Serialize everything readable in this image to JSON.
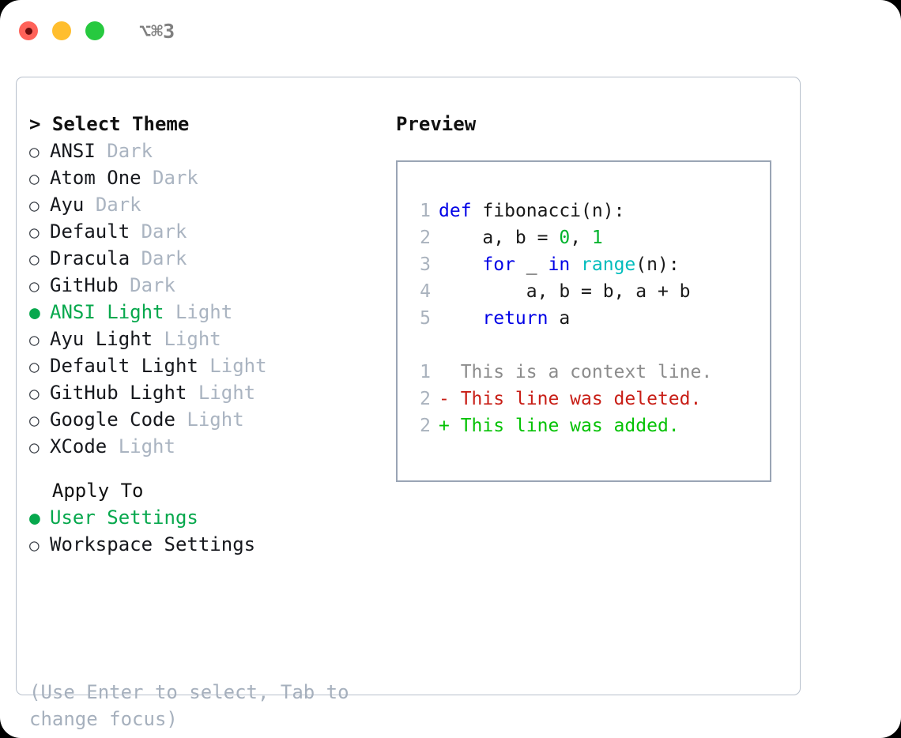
{
  "titlebar": {
    "shortcut": "⌥⌘3",
    "lights": [
      "close-red",
      "minimize-yellow",
      "zoom-green"
    ]
  },
  "theme_list": {
    "header": "> Select Theme",
    "items": [
      {
        "marker": "○",
        "label": "ANSI",
        "badge": "Dark",
        "selected": false
      },
      {
        "marker": "○",
        "label": "Atom One",
        "badge": "Dark",
        "selected": false
      },
      {
        "marker": "○",
        "label": "Ayu",
        "badge": "Dark",
        "selected": false
      },
      {
        "marker": "○",
        "label": "Default",
        "badge": "Dark",
        "selected": false
      },
      {
        "marker": "○",
        "label": "Dracula",
        "badge": "Dark",
        "selected": false
      },
      {
        "marker": "○",
        "label": "GitHub",
        "badge": "Dark",
        "selected": false
      },
      {
        "marker": "●",
        "label": "ANSI Light",
        "badge": "Light",
        "selected": true
      },
      {
        "marker": "○",
        "label": "Ayu Light",
        "badge": "Light",
        "selected": false
      },
      {
        "marker": "○",
        "label": "Default Light",
        "badge": "Light",
        "selected": false
      },
      {
        "marker": "○",
        "label": "GitHub Light",
        "badge": "Light",
        "selected": false
      },
      {
        "marker": "○",
        "label": "Google Code",
        "badge": "Light",
        "selected": false
      },
      {
        "marker": "○",
        "label": "XCode",
        "badge": "Light",
        "selected": false
      }
    ]
  },
  "apply_to": {
    "header": "  Apply To",
    "items": [
      {
        "marker": "●",
        "label": "User Settings",
        "selected": true
      },
      {
        "marker": "○",
        "label": "Workspace Settings",
        "selected": false
      }
    ]
  },
  "hint": "(Use Enter to select, Tab to change focus)",
  "preview": {
    "title": "Preview",
    "code_lines": [
      {
        "num": "1",
        "tokens": [
          {
            "t": "def",
            "c": "kw"
          },
          {
            "t": " ",
            "c": "pun"
          },
          {
            "t": "fibonacci",
            "c": "id"
          },
          {
            "t": "(n):",
            "c": "pun"
          }
        ]
      },
      {
        "num": "2",
        "tokens": [
          {
            "t": "    a, b = ",
            "c": "id"
          },
          {
            "t": "0",
            "c": "num"
          },
          {
            "t": ", ",
            "c": "pun"
          },
          {
            "t": "1",
            "c": "num"
          }
        ]
      },
      {
        "num": "3",
        "tokens": [
          {
            "t": "    ",
            "c": "pun"
          },
          {
            "t": "for",
            "c": "kw"
          },
          {
            "t": " _ ",
            "c": "id"
          },
          {
            "t": "in",
            "c": "kw"
          },
          {
            "t": " ",
            "c": "pun"
          },
          {
            "t": "range",
            "c": "fn"
          },
          {
            "t": "(n):",
            "c": "pun"
          }
        ]
      },
      {
        "num": "4",
        "tokens": [
          {
            "t": "        a, b = b, a + b",
            "c": "id"
          }
        ]
      },
      {
        "num": "5",
        "tokens": [
          {
            "t": "    ",
            "c": "pun"
          },
          {
            "t": "return",
            "c": "kw"
          },
          {
            "t": " a",
            "c": "id"
          }
        ]
      }
    ],
    "diff_lines": [
      {
        "num": "1",
        "text": "  This is a context line.",
        "kind": "ctx"
      },
      {
        "num": "2",
        "text": "- This line was deleted.",
        "kind": "del"
      },
      {
        "num": "2",
        "text": "+ This line was added.",
        "kind": "add"
      }
    ]
  },
  "colors": {
    "accent_green": "#07a84d",
    "badge_gray": "#aab4c1",
    "hint_gray": "#a6b0bd",
    "panel_border": "#b8c0cc",
    "code_border": "#9aa5b5",
    "keyword_blue": "#0000e6",
    "function_cyan": "#00bcbc",
    "number_green": "#00b32c",
    "diff_delete_red": "#c81e16",
    "diff_add_green": "#05c205",
    "diff_context_gray": "#8c8c8c",
    "linenum_gray": "#a9b2bd"
  }
}
